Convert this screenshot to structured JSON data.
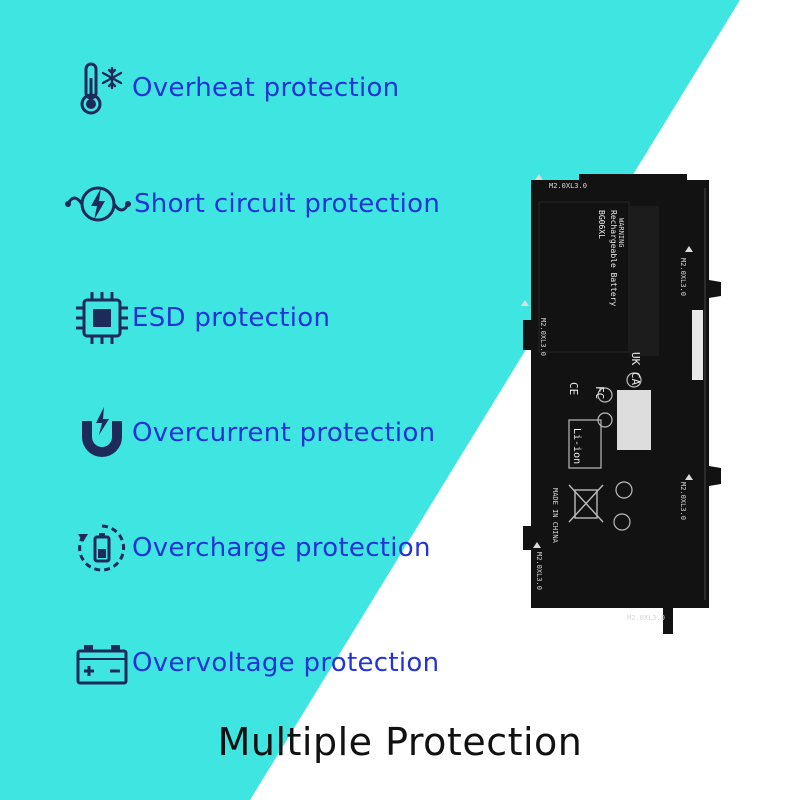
{
  "colors": {
    "background": "#ffffff",
    "accent": "#3fe6e1",
    "label": "#2334d6",
    "heading": "#111111",
    "battery": "#121212"
  },
  "features": [
    {
      "icon": "thermometer-snowflake-icon",
      "label": "Overheat protection"
    },
    {
      "icon": "lightning-circuit-icon",
      "label": "Short circuit protection"
    },
    {
      "icon": "chip-icon",
      "label": "ESD protection"
    },
    {
      "icon": "magnet-lightning-icon",
      "label": "Overcurrent protection"
    },
    {
      "icon": "battery-cycle-icon",
      "label": "Overcharge protection"
    },
    {
      "icon": "car-battery-icon",
      "label": "Overvoltage protection"
    }
  ],
  "headline": "Multiple Protection",
  "battery": {
    "model": "BG06XL",
    "type": "Rechargeable Battery",
    "screw_label": "M2.0XL3.0",
    "chemistry": "Li-ion",
    "origin": "MADE IN CHINA",
    "marks": [
      "CE",
      "FC",
      "UK CA"
    ],
    "warning": "WARNING"
  }
}
